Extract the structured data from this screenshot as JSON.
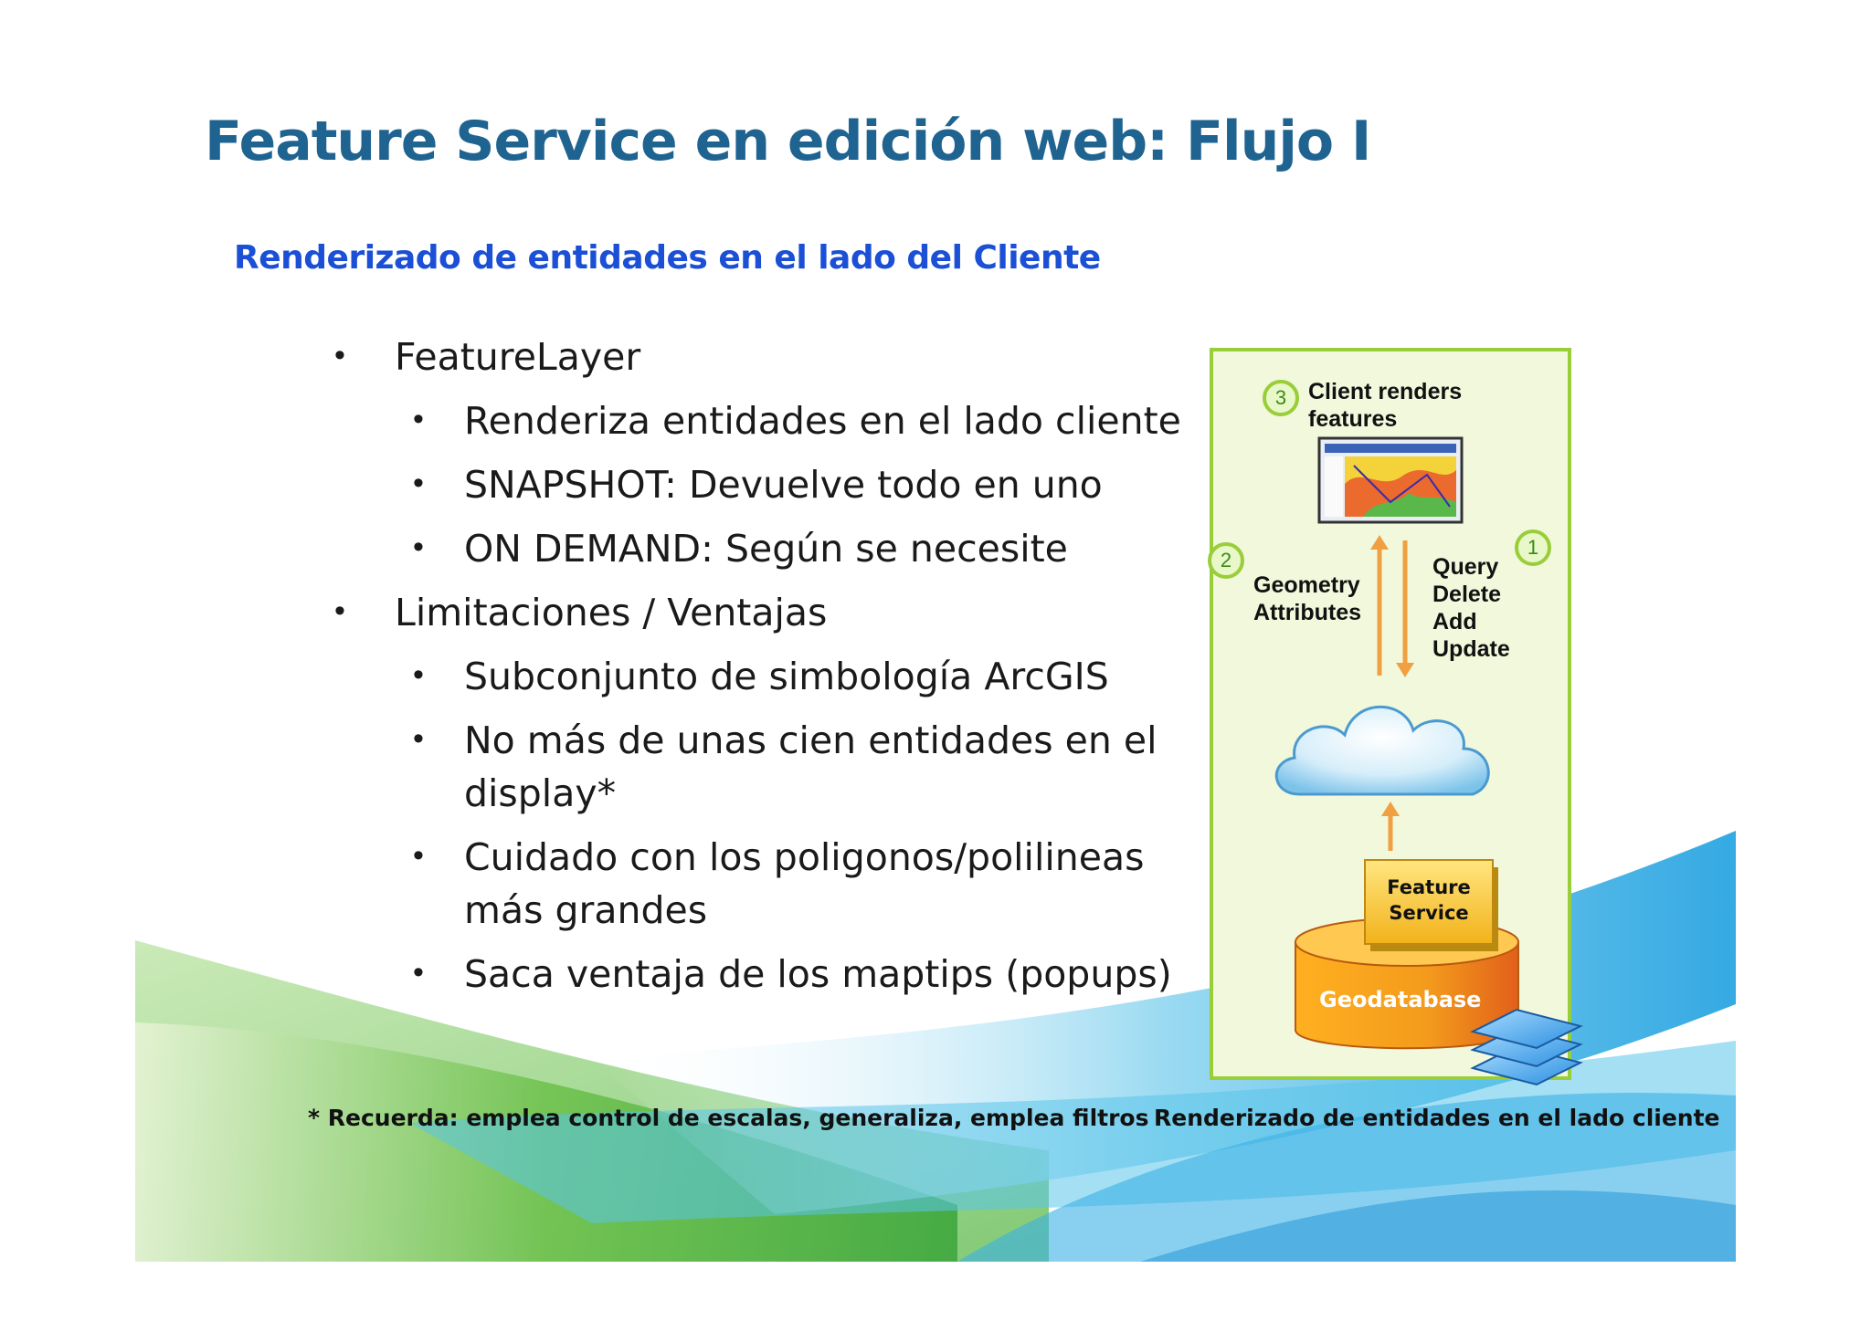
{
  "title": "Feature Service en edición web: Flujo I",
  "subtitle": "Renderizado de entidades en el lado del Cliente",
  "bullets": [
    {
      "level": 1,
      "text": "FeatureLayer"
    },
    {
      "level": 2,
      "text": "Renderiza entidades en el lado cliente"
    },
    {
      "level": 2,
      "text": "SNAPSHOT: Devuelve todo en uno"
    },
    {
      "level": 2,
      "text": "ON DEMAND: Según se necesite"
    },
    {
      "level": 1,
      "text": "Limitaciones / Ventajas"
    },
    {
      "level": 2,
      "text": "Subconjunto de simbología ArcGIS"
    },
    {
      "level": 2,
      "text": "No más de unas cien entidades en el",
      "cont": "display*"
    },
    {
      "level": 2,
      "text": "Cuidado con los poligonos/polilineas",
      "cont": "más grandes"
    },
    {
      "level": 2,
      "text": "Saca ventaja de los maptips (popups)"
    }
  ],
  "footnote": "* Recuerda: emplea control de escalas, generaliza, emplea filtros",
  "diagram": {
    "step3": {
      "number": "3",
      "label_line1": "Client renders",
      "label_line2": "features"
    },
    "step2": {
      "number": "2",
      "label_line1": "Geometry",
      "label_line2": "Attributes"
    },
    "step1": {
      "number": "1",
      "ops": [
        "Query",
        "Delete",
        "Add",
        "Update"
      ]
    },
    "feature_service_line1": "Feature",
    "feature_service_line2": "Service",
    "geodatabase": "Geodatabase",
    "caption": "Renderizado de entidades en el lado cliente",
    "colors": {
      "frame": "#9acd3a",
      "frame_bg": "#f2f8dc",
      "arrow": "#f0a040",
      "cylinder": "#f5a623",
      "cylinder_dark": "#e8731c"
    }
  }
}
